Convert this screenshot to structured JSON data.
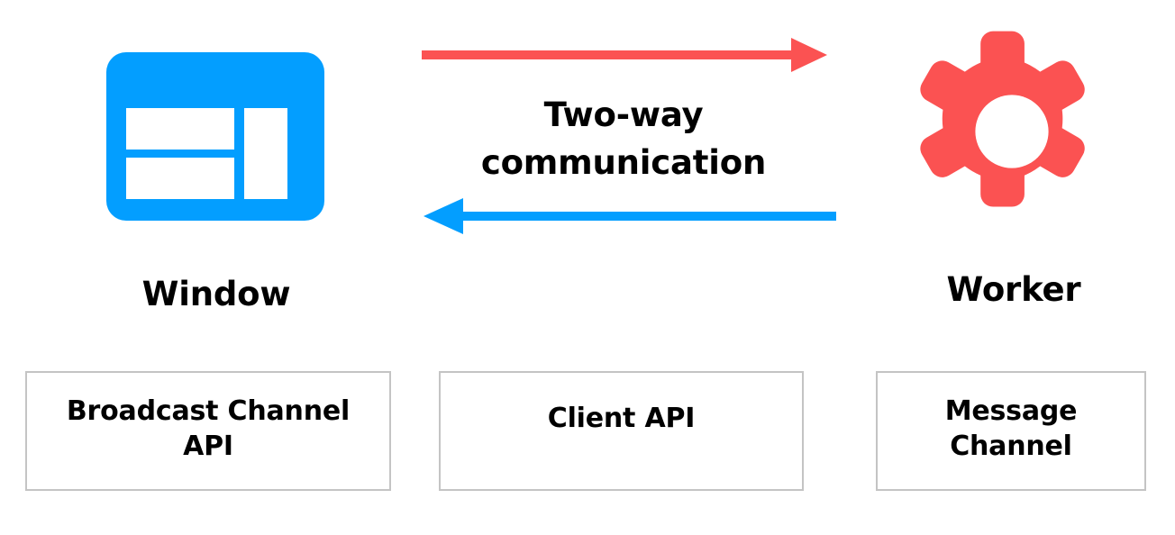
{
  "diagram": {
    "title": "Two-way communication between Window and Worker",
    "colors": {
      "blue": "#039EFF",
      "red": "#FB5252",
      "text": "#000000",
      "box_border": "#C4C4C4",
      "background": "#FFFFFF"
    },
    "nodes": [
      {
        "id": "window",
        "label": "Window",
        "icon": "window-icon",
        "color": "#039EFF"
      },
      {
        "id": "worker",
        "label": "Worker",
        "icon": "gear-icon",
        "color": "#FB5252"
      }
    ],
    "connector": {
      "caption_line_1": "Two-way",
      "caption_line_2": "communication",
      "arrows": [
        {
          "id": "window-to-worker",
          "direction": "right",
          "color": "#FB5252",
          "icon": "arrow-right-icon"
        },
        {
          "id": "worker-to-window",
          "direction": "left",
          "color": "#039EFF",
          "icon": "arrow-left-icon"
        }
      ]
    },
    "api_boxes": [
      {
        "id": "broadcast-channel-api",
        "label": "Broadcast Channel\nAPI"
      },
      {
        "id": "client-api",
        "label": "Client API"
      },
      {
        "id": "message-channel",
        "label": "Message\nChannel"
      }
    ]
  }
}
